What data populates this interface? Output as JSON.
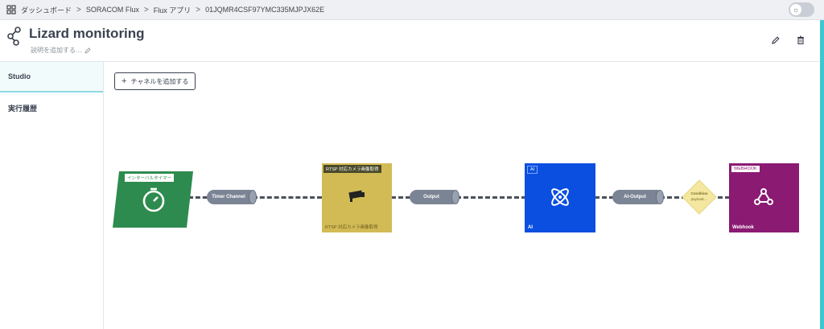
{
  "breadcrumb": {
    "items": [
      "ダッシュボード",
      "SORACOM Flux",
      "Flux アプリ",
      "01JQMR4CSF97YMC335MJPJX62E"
    ]
  },
  "header": {
    "title": "Lizard monitoring",
    "description_placeholder": "説明を追加する…"
  },
  "sidebar": {
    "items": [
      {
        "label": "Studio",
        "active": true
      },
      {
        "label": "実行履歴",
        "active": false
      }
    ]
  },
  "canvas": {
    "add_channel_label": "チャネルを追加する",
    "nodes": {
      "timer": {
        "tag": "インターバルタイマー",
        "color": "#2e8b4f"
      },
      "camera": {
        "tag": "RTSP 対応カメラ画像取得",
        "footer": "RTSP 対応カメラ画像取得",
        "color": "#d2bb55"
      },
      "ai": {
        "tag": "AI",
        "footer": "AI",
        "color": "#0b4fe0"
      },
      "condition": {
        "title": "Condition",
        "subtitle": "payload....",
        "color": "#f4e7a0"
      },
      "webhook": {
        "tag": "WEBHOOK",
        "footer": "Webhook",
        "color": "#8b1a73"
      }
    },
    "channels": {
      "timer_channel": "Timer Channel",
      "output": "Output",
      "ai_output": "AI-Output"
    }
  },
  "colors": {
    "accent": "#3ec7d4",
    "topbar_bg": "#eef0f3",
    "pipe": "#7a8494"
  },
  "icons": [
    "dashboard-icon",
    "flux-app-icon",
    "pencil-icon",
    "trash-icon",
    "sun-icon",
    "plus-icon",
    "timer-icon",
    "cctv-camera-icon",
    "atom-icon",
    "webhook-icon"
  ]
}
